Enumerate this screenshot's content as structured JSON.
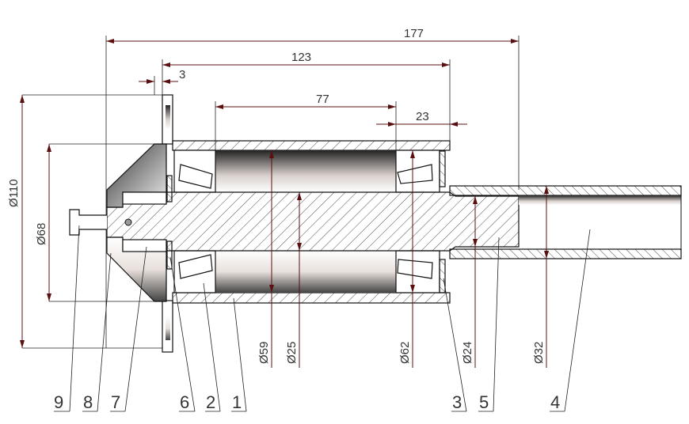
{
  "drawing": {
    "dimensions": {
      "overall_length": "177",
      "housing_length": "123",
      "flange_thickness": "3",
      "bearing_spacing": "77",
      "bearing_width": "23",
      "flange_diameter": "Ø110",
      "cone_diameter": "Ø68",
      "spacer_diameter": "Ø59",
      "shaft_diameter": "Ø25",
      "bearing_bore": "Ø62",
      "shaft_end_diameter": "Ø24",
      "tube_diameter": "Ø32"
    },
    "part_labels": [
      "9",
      "8",
      "7",
      "6",
      "2",
      "1",
      "3",
      "5",
      "4"
    ],
    "colors": {
      "dimension_line": "#5a1010",
      "outline": "#111111"
    }
  }
}
